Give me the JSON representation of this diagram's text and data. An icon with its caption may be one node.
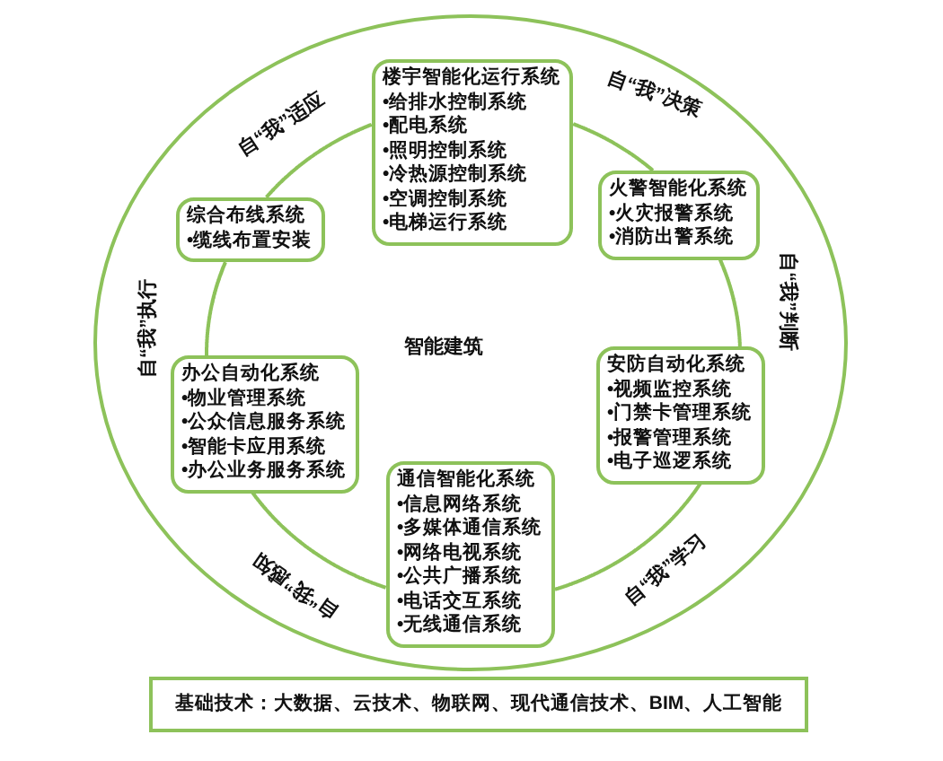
{
  "diagram": {
    "nodes": [
      {
        "text": [
          "智能建筑",
          "自“我”适应",
          "自“我”决策",
          "自“我”判断",
          "自“我”学习",
          "自“我”感知",
          "自“我”执行"
        ]
      },
      {
        "text": [
          "楼宇智能化运行系统",
          "•给排水控制系统",
          "•配电系统",
          "•照明控制系统",
          "•冷热源控制系统",
          "•空调控制系统",
          "•电梯运行系统"
        ],
        "in": 0
      },
      {
        "text": [
          "火警智能化系统",
          "•火灾报警系统",
          "•消防出警系统"
        ],
        "in": 0
      },
      {
        "text": [
          "综合布线系统",
          "•缆线布置安装"
        ],
        "in": 0
      },
      {
        "text": [
          "安防自动化系统",
          "•视频监控系统",
          "•门禁卡管理系统",
          "•报警管理系统",
          "•电子巡逻系统"
        ],
        "in": 0
      },
      {
        "text": [
          "办公自动化系统",
          "•物业管理系统",
          "•公众信息服务系统",
          "•智能卡应用系统",
          "•办公业务服务系统"
        ],
        "in": 0
      },
      {
        "text": [
          "通信智能化系统",
          "•信息网络系统",
          "•多媒体通信系统",
          "•网络电视系统",
          "•公共广播系统",
          "•电话交互系统",
          "•无线通信系统"
        ],
        "in": 0
      },
      {
        "text": [
          "基础技术：大数据、云技术、物联网、现代通信技术、BIM、人工智能"
        ]
      }
    ],
    "edges": [
      {
        "from": 1,
        "to": 2,
        "arrow": "none"
      },
      {
        "from": 2,
        "to": 4,
        "arrow": "none"
      },
      {
        "from": 4,
        "to": 6,
        "arrow": "none"
      },
      {
        "from": 6,
        "to": 5,
        "arrow": "none"
      },
      {
        "from": 5,
        "to": 3,
        "arrow": "none"
      },
      {
        "from": 3,
        "to": 1,
        "arrow": "none"
      }
    ]
  }
}
